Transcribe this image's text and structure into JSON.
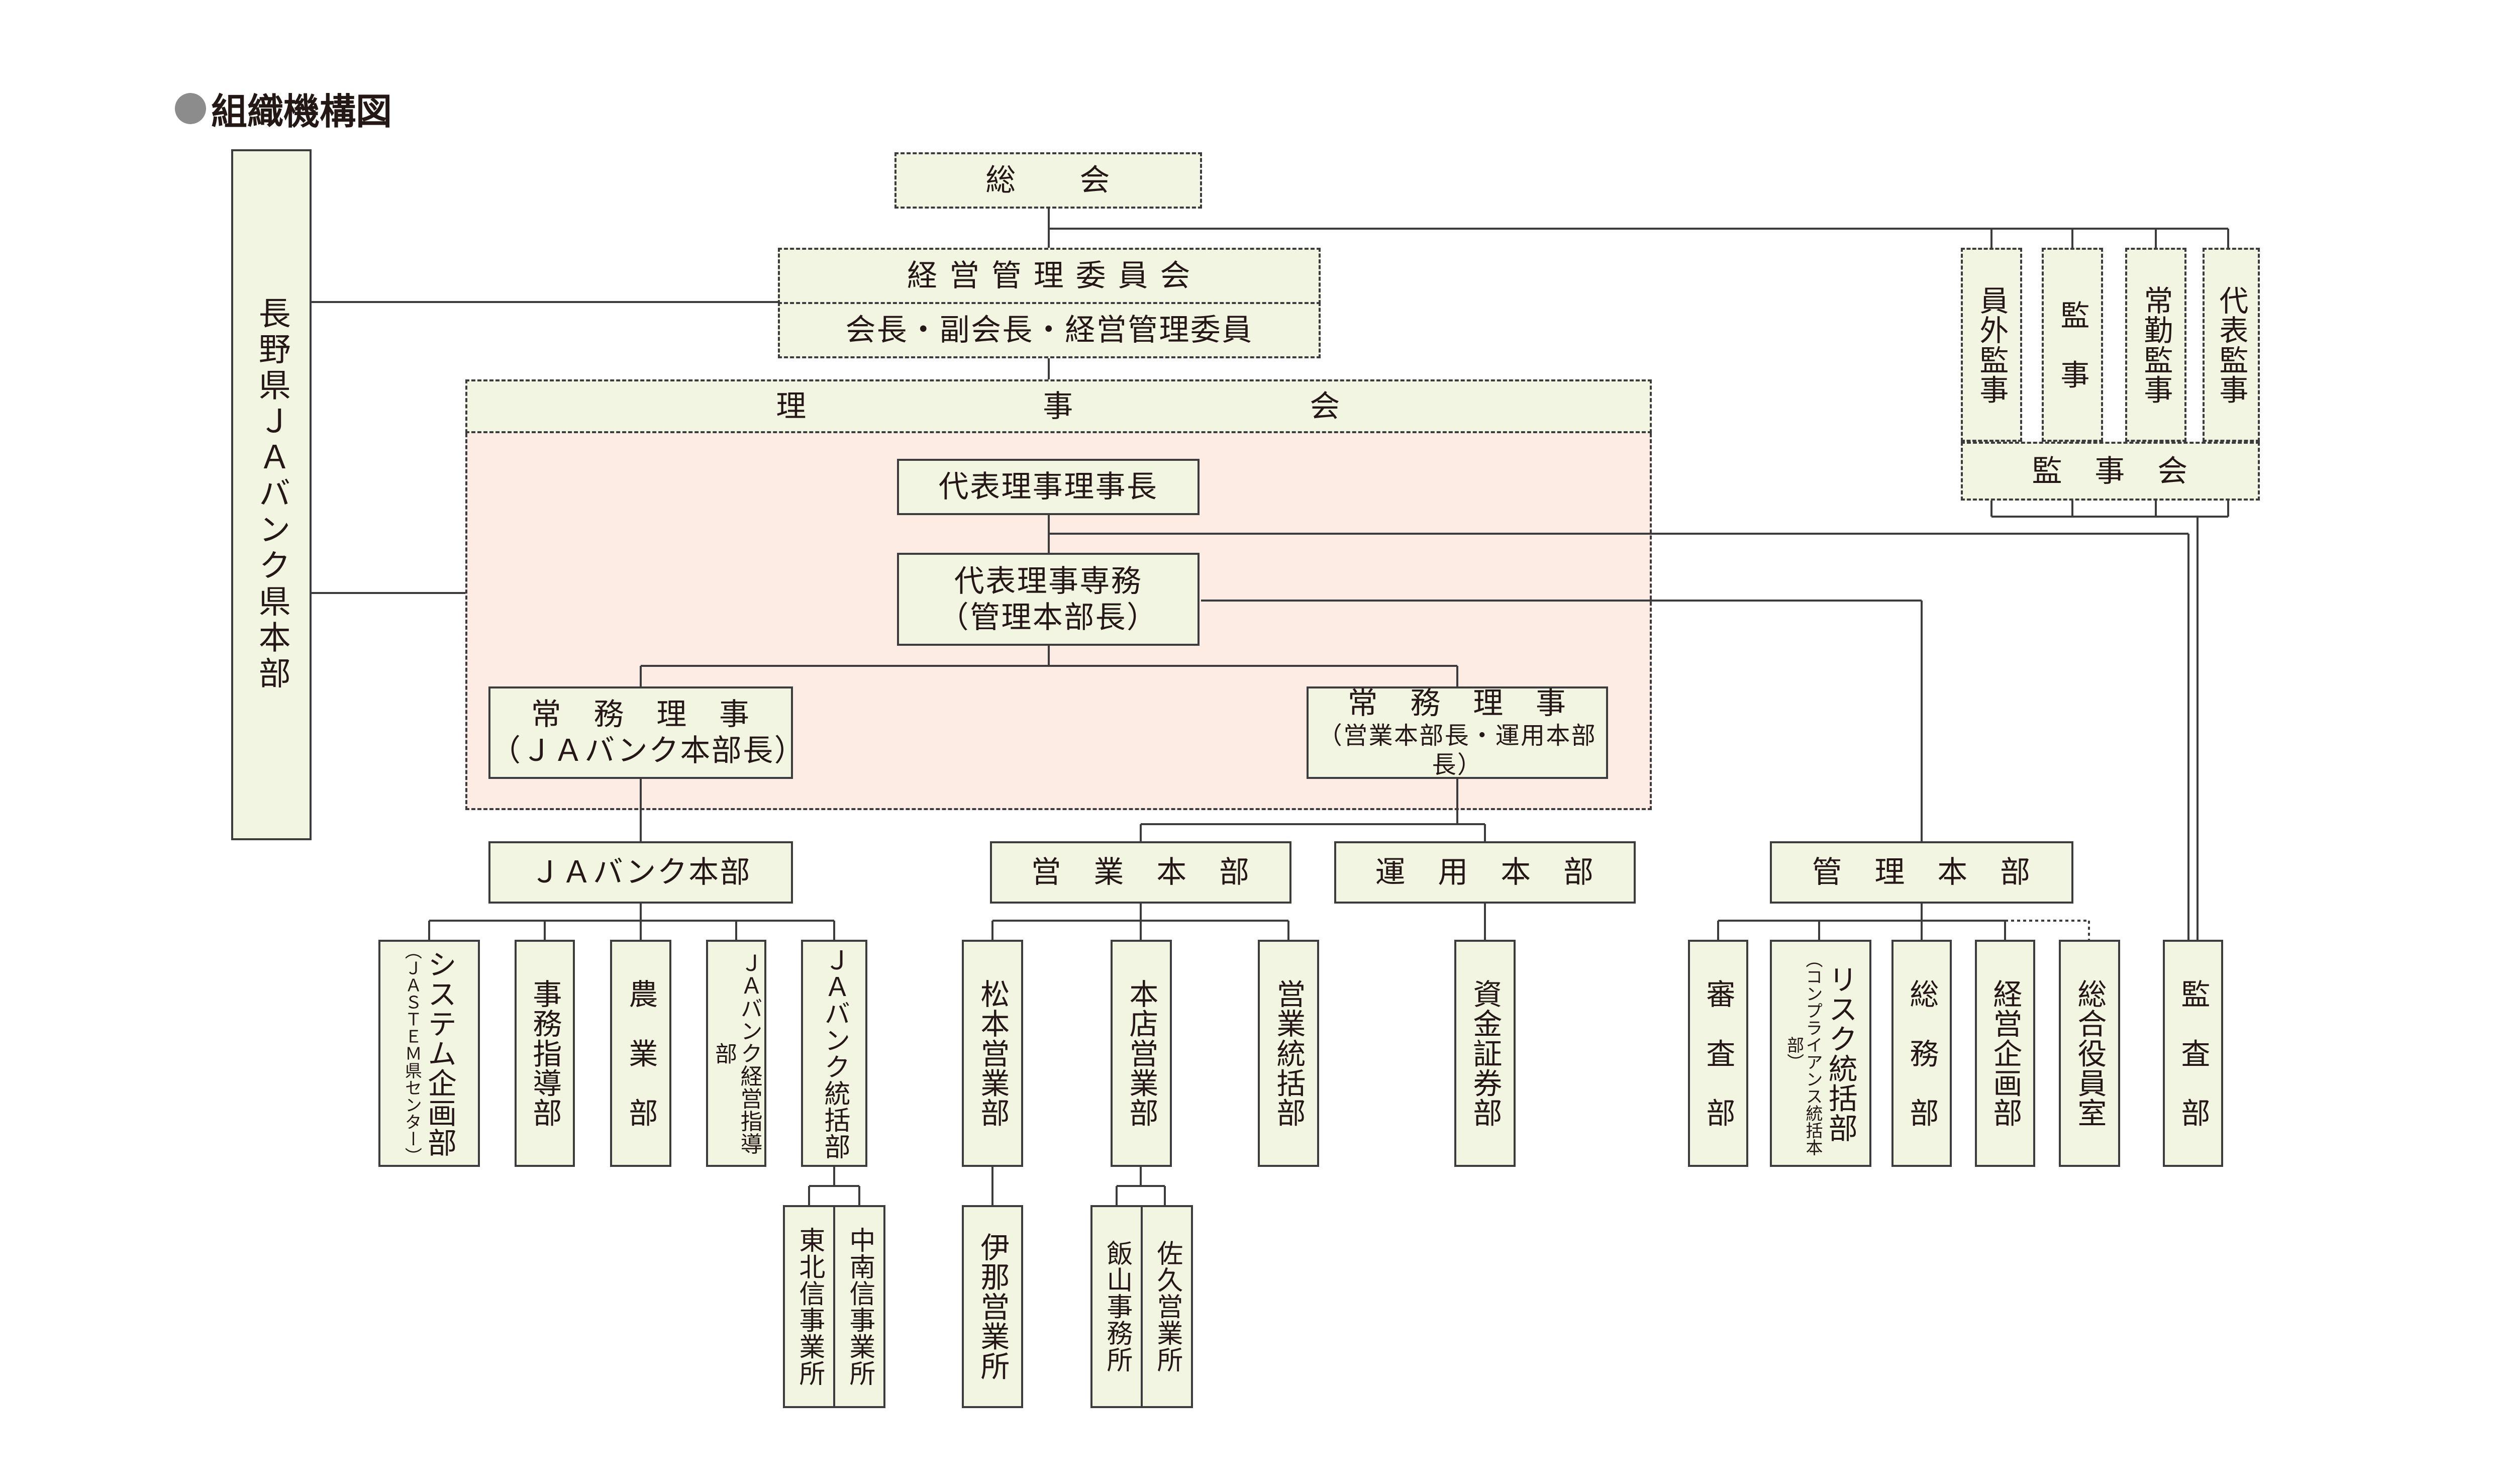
{
  "title": "組織機構図",
  "general_meeting": "総　　会",
  "management_committee": "経 営 管 理 委 員 会",
  "committee_members": "会長・副会長・経営管理委員",
  "board": {
    "left": "理",
    "mid": "事",
    "right": "会"
  },
  "left_hq": "長野県ＪＡバンク県本部",
  "president": "代表理事理事長",
  "senior_md": {
    "line1": "代表理事専務",
    "line2": "（管理本部長）"
  },
  "md_left": {
    "line1": "常　務　理　事",
    "line2": "（ＪＡバンク本部長）"
  },
  "md_right": {
    "line1": "常　務　理　事",
    "line2": "（営業本部長・運用本部長）"
  },
  "auditors": [
    "員外監事",
    "監　事",
    "常勤監事",
    "代表監事"
  ],
  "audit_board": "監　事　会",
  "divisions": {
    "ja_bank": "ＪＡバンク本部",
    "sales": "営　業　本　部",
    "operations": "運　用　本　部",
    "admin": "管　理　本　部"
  },
  "depts": {
    "system": {
      "main": "システム企画部",
      "sub": "（ＪＡＳＴＥＭ県センター）"
    },
    "jimu": "事務指導部",
    "nogyo": "農　業　部",
    "keiei": "ＪＡバンク経営指導部",
    "tokatsu": "ＪＡバンク統括部",
    "matsumoto": "松本営業部",
    "honten": "本店営業部",
    "eigyo_tokatsu": "営業統括部",
    "shikin": "資金証券部",
    "shinsa": "審　査　部",
    "risk": {
      "main": "リスク統括部",
      "sub": "（コンプライアンス統括本部）"
    },
    "somu": "総　務　部",
    "keiei_kikaku": "経営企画部",
    "sogo": "総合役員室",
    "kansa": "監　査　部"
  },
  "offices": {
    "tohoku": "東北信事業所",
    "chunan": "中南信事業所",
    "ina": "伊那営業所",
    "iiyama": "飯山事務所",
    "saku": "佐久営業所"
  }
}
